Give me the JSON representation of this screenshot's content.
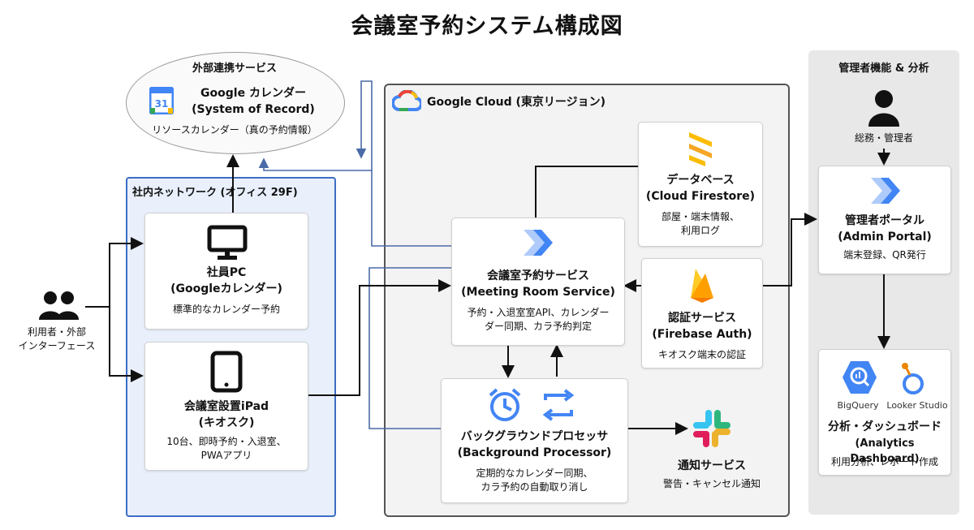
{
  "title": "会議室予約システム構成図",
  "external": {
    "header": "外部連携サービス",
    "calendar_title_1": "Google カレンダー",
    "calendar_title_2": "(System of Record)",
    "calendar_sub": "リソースカレンダー（真の予約情報）",
    "calendar_icon_text": "31"
  },
  "network": {
    "header": "社内ネットワーク (オフィス 29F)",
    "pc": {
      "title_1": "社員PC",
      "title_2": "(Googleカレンダー)",
      "sub_1": "標準的なカレンダー予約"
    },
    "ipad": {
      "title_1": "会議室設置iPad",
      "title_2": "(キオスク)",
      "sub_1": "10台、即時予約・入退室、",
      "sub_2": "PWAアプリ"
    }
  },
  "users": {
    "label_1": "利用者・外部",
    "label_2": "インターフェース"
  },
  "gcp": {
    "header": "Google Cloud (東京リージョン)",
    "service": {
      "title_1": "会議室予約サービス",
      "title_2": "(Meeting Room Service)",
      "sub_1": "予約・入退室室API、カレンダー",
      "sub_2": "ダー同期、カラ予約判定"
    },
    "db": {
      "title_1": "データベース",
      "title_2": "(Cloud Firestore)",
      "sub_1": "部屋・端末情報、",
      "sub_2": "利用ログ"
    },
    "auth": {
      "title_1": "認証サービス",
      "title_2": "(Firebase Auth)",
      "sub_1": "キオスク端末の認証"
    },
    "bg": {
      "title_1": "バックグラウンドプロセッサ",
      "title_2": "(Background Processor)",
      "sub_1": "定期的なカレンダー同期、",
      "sub_2": "カラ予約の自動取り消し"
    }
  },
  "notify": {
    "title": "通知サービス",
    "sub": "警告・キャンセル通知"
  },
  "admin": {
    "header": "管理者機能 & 分析",
    "person": "総務・管理者",
    "portal": {
      "title_1": "管理者ポータル",
      "title_2": "(Admin Portal)",
      "sub_1": "端末登録、QR発行"
    },
    "analytics": {
      "bq_label": "BigQuery",
      "looker_label": "Looker Studio",
      "title_1": "分析・ダッシュボード",
      "title_2": "(Analytics Dashboard)",
      "sub_1": "利用分析、レポート作成"
    }
  },
  "colors": {
    "accent_blue": "#3b6dc4",
    "firebase": "#f5a623",
    "gcp_blue": "#4285f4"
  }
}
